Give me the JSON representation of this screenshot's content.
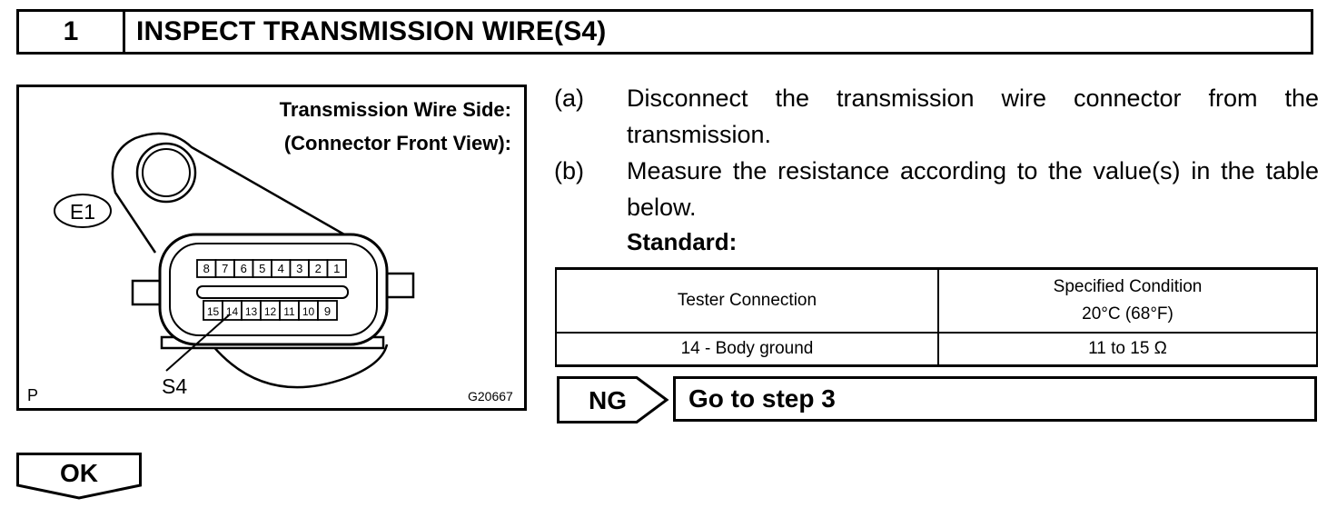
{
  "header": {
    "step_number": "1",
    "title": "INSPECT TRANSMISSION WIRE(S4)"
  },
  "figure": {
    "title_line1": "Transmission Wire Side:",
    "title_line2": "(Connector Front View):",
    "ground_label": "E1",
    "pins_top": [
      "8",
      "7",
      "6",
      "5",
      "4",
      "3",
      "2",
      "1"
    ],
    "pins_bottom": [
      "15",
      "14",
      "13",
      "12",
      "11",
      "10",
      "9"
    ],
    "callout_label": "S4",
    "corner_label": "P",
    "figure_code": "G20667"
  },
  "instructions": [
    {
      "marker": "(a)",
      "text": "Disconnect the transmission wire connector from the transmission."
    },
    {
      "marker": "(b)",
      "text": "Measure the resistance according to the value(s) in the table below."
    }
  ],
  "standard_label": "Standard:",
  "table": {
    "headers": [
      "Tester Connection",
      "Specified Condition",
      "20°C (68°F)"
    ],
    "rows": [
      {
        "connection": "14 - Body ground",
        "condition": "11 to 15 Ω"
      }
    ]
  },
  "ng": {
    "label": "NG",
    "target": "Go to step 3"
  },
  "ok": {
    "label": "OK"
  }
}
